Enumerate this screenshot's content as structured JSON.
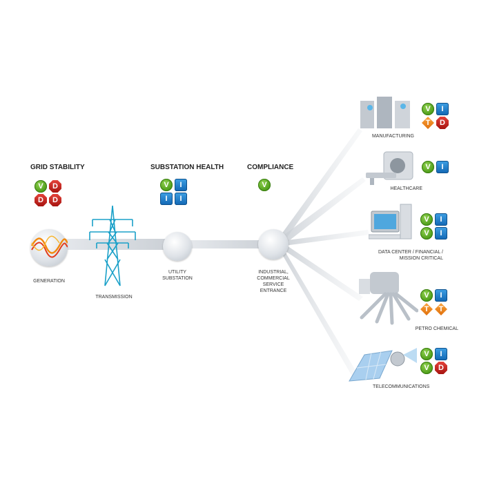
{
  "headings": {
    "grid_stability": "GRID STABILITY",
    "substation_health": "SUBSTATION HEALTH",
    "compliance": "COMPLIANCE"
  },
  "nodes": {
    "generation": "GENERATION",
    "transmission": "TRANSMISSION",
    "utility_substation": [
      "UTILITY",
      "SUBSTATION"
    ],
    "service_entrance": [
      "INDUSTRIAL,",
      "COMMERCIAL",
      "SERVICE",
      "ENTRANCE"
    ]
  },
  "endpoints": {
    "manufacturing": "MANUFACTURING",
    "healthcare": "HEALTHCARE",
    "datacenter": [
      "DATA CENTER / FINANCIAL /",
      "MISSION CRITICAL"
    ],
    "petro": "PETRO CHEMICAL",
    "telecom": "TELECOMMUNICATIONS"
  },
  "badge_letters": {
    "v": "V",
    "i": "I",
    "t": "T",
    "d": "D"
  },
  "badge_sets": {
    "grid": [
      "v",
      "d",
      "d",
      "d"
    ],
    "substation": [
      "v",
      "i",
      "i",
      "i"
    ],
    "compliance": [
      "v"
    ],
    "manufacturing": [
      "v",
      "i",
      "t",
      "d"
    ],
    "healthcare": [
      "v",
      "i"
    ],
    "datacenter": [
      "v",
      "i",
      "v",
      "i"
    ],
    "petro": [
      "v",
      "i",
      "t",
      "t"
    ],
    "telecom": [
      "v",
      "i",
      "v",
      "d"
    ]
  },
  "colors": {
    "v_green": "#4c9b17",
    "i_blue": "#1166b3",
    "t_orange": "#e0700c",
    "d_red": "#a61410",
    "beam": "#d8dde3"
  }
}
